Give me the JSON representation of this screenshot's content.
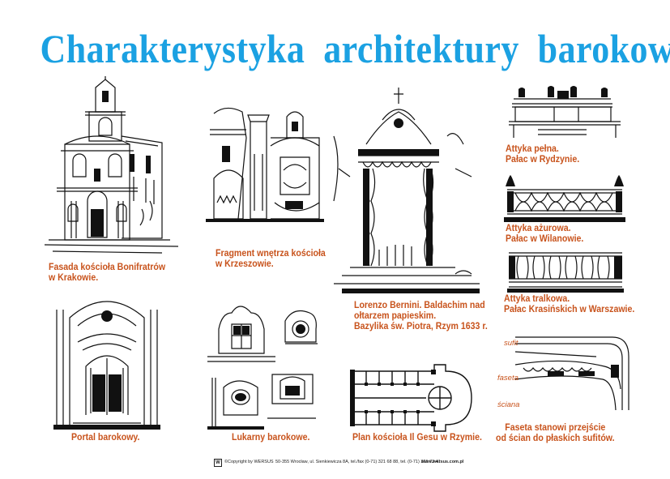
{
  "title": "Charakterystyka  architektury  barokowej",
  "captions": {
    "fasada": [
      "Fasada kościoła Bonifratrów",
      "w Krakowie."
    ],
    "fragment": [
      "Fragment wnętrza kościoła",
      "w Krzeszowie."
    ],
    "bernini": [
      "Lorenzo Bernini. Baldachim nad",
      "ołtarzem papieskim.",
      "Bazylika św. Piotra, Rzym 1633 r."
    ],
    "attyka_pelna": [
      "Attyka pełna.",
      "Pałac w Rydzynie."
    ],
    "attyka_azurowa": [
      "Attyka ażurowa.",
      "Pałac w Wilanowie."
    ],
    "attyka_tralkowa": [
      "Attyka tralkowa.",
      "Pałac Krasińskich w Warszawie."
    ],
    "portal": [
      "Portal barokowy."
    ],
    "lukarny": [
      "Lukarny barokowe."
    ],
    "plan": [
      "Plan kościoła Il Gesu w Rzymie."
    ],
    "faseta": [
      "Faseta stanowi przejście",
      "od ścian do płaskich sufitów."
    ]
  },
  "ceiling_labels": {
    "sufit": "sufit",
    "faseta": "faseta",
    "sciana": "ściana"
  },
  "footer": {
    "logo": "W",
    "copyright": "©Copyright by WERSUS",
    "address": "50-355 Wrocław, ul. Sienkiewicza 8A, tel./fax (0-71) 321 68 88, tel. (0-71) 321 73 41",
    "website": "www.wersus.com.pl"
  }
}
